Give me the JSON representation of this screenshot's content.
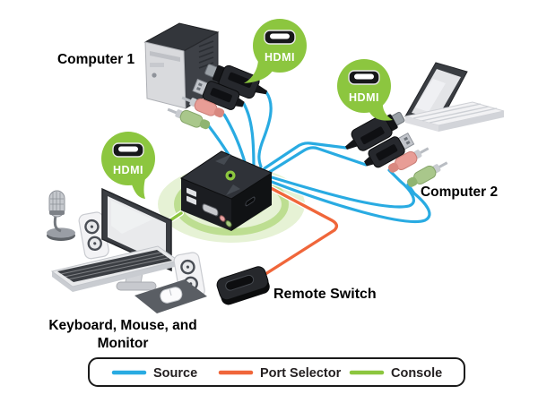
{
  "colors": {
    "source": "#29ABE2",
    "port_selector": "#F0663A",
    "console": "#8CC63F",
    "bubble_green": "#8CC63F"
  },
  "labels": {
    "computer1": "Computer 1",
    "computer2": "Computer 2",
    "remote_switch": "Remote Switch",
    "console_line1": "Keyboard, Mouse, and",
    "console_line2": "Monitor",
    "hdmi": "HDMI"
  },
  "legend": {
    "items": [
      {
        "label": "Source",
        "color": "#29ABE2"
      },
      {
        "label": "Port Selector",
        "color": "#F0663A"
      },
      {
        "label": "Console",
        "color": "#8CC63F"
      }
    ]
  }
}
